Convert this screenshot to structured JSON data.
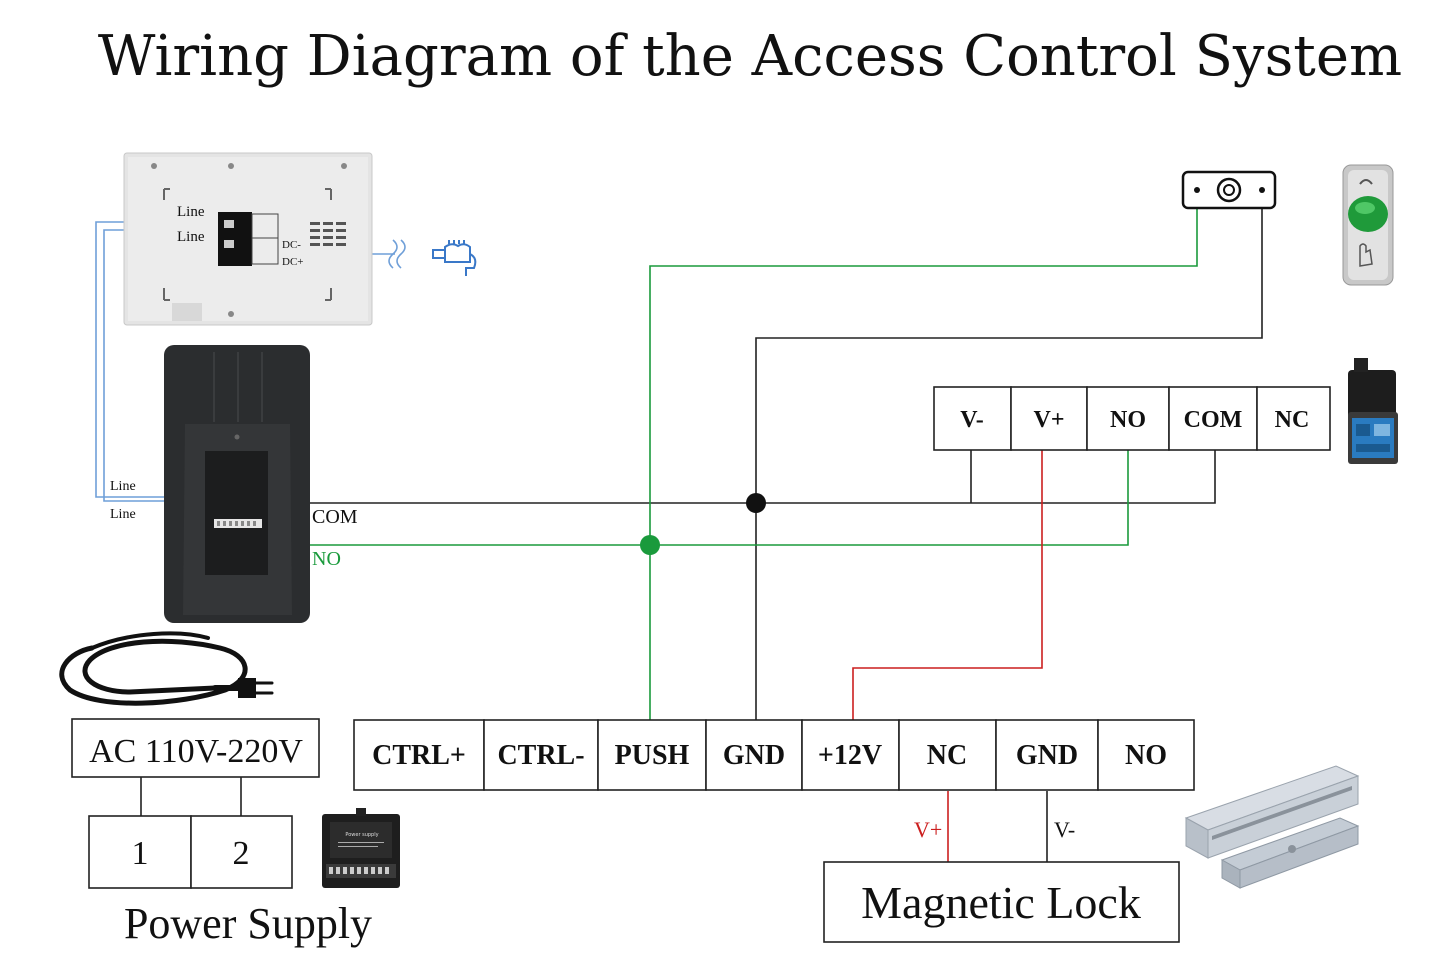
{
  "title": "Wiring Diagram of the Access Control System",
  "colors": {
    "black": "#222222",
    "green": "#1a9a3c",
    "red": "#cc1f1f",
    "blue": "#6f9fd8"
  },
  "monitor": {
    "line_label_1": "Line",
    "line_label_2": "Line",
    "dc_minus": "DC-",
    "dc_plus": "DC+"
  },
  "door_station": {
    "line_label_1": "Line",
    "line_label_2": "Line",
    "com_label": "COM",
    "no_label": "NO"
  },
  "relay_terminals": [
    "V-",
    "V+",
    "NO",
    "COM",
    "NC"
  ],
  "controller_terminals": [
    "CTRL+",
    "CTRL-",
    "PUSH",
    "GND",
    "+12V",
    "NC",
    "GND",
    "NO"
  ],
  "power": {
    "ac_label": "AC 110V-220V",
    "terminal_1": "1",
    "terminal_2": "2",
    "caption": "Power Supply",
    "device_text": "Power supply"
  },
  "lock": {
    "vplus": "V+",
    "vminus": "V-",
    "label": "Magnetic Lock"
  }
}
